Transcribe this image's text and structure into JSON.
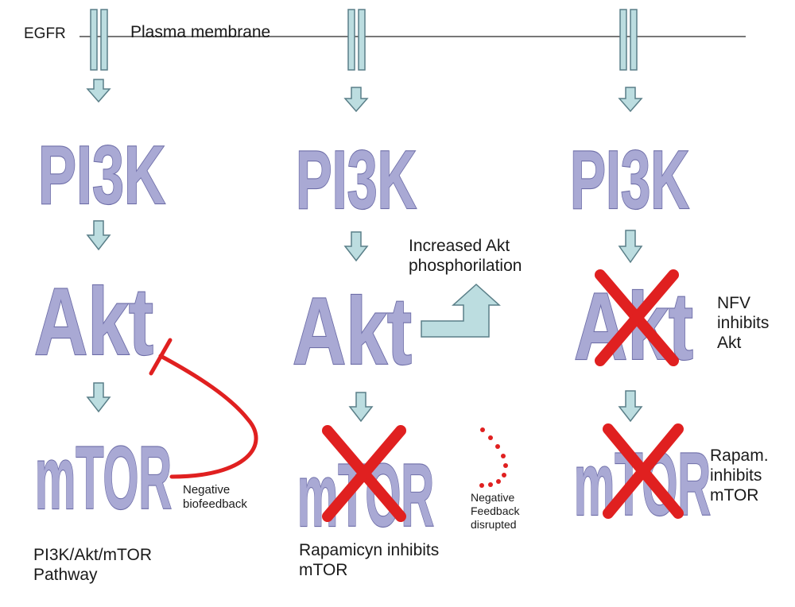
{
  "membrane": {
    "receptor_label": "EGFR",
    "membrane_label": "Plasma membrane"
  },
  "columns": [
    {
      "nodes": [
        "PI3K",
        "Akt",
        "mTOR"
      ],
      "inhibited": [],
      "caption": "PI3K/Akt/mTOR\nPathway",
      "feedback_label": "Negative\nbiofeedback"
    },
    {
      "nodes": [
        "PI3K",
        "Akt",
        "mTOR"
      ],
      "inhibited": [
        "mTOR"
      ],
      "caption": "Rapamicyn inhibits\nmTOR",
      "effect_label": "Increased Akt\nphosphorilation",
      "feedback_label": "Negative\nFeedback\ndisrupted"
    },
    {
      "nodes": [
        "PI3K",
        "Akt",
        "mTOR"
      ],
      "inhibited": [
        "Akt",
        "mTOR"
      ],
      "akt_note": "NFV\ninhibits\nAkt",
      "mtor_note": "Rapam.\ninhibits\nmTOR"
    }
  ],
  "colors": {
    "node_fill": "#a9a9d4",
    "node_outline": "#6e6ea8",
    "arrow_fill": "#bcdde0",
    "arrow_outline": "#5a7f88",
    "receptor_fill": "#bcdde0",
    "inhibit_red": "#e02020",
    "membrane_line": "#777777"
  },
  "icons": {
    "signal_arrow": "down-arrow-icon",
    "inhibition": "red-x-icon",
    "feedback": "t-bar-inhibition-icon"
  }
}
